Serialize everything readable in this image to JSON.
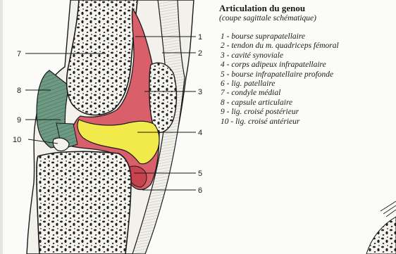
{
  "title": "Articulation du genou",
  "subtitle": "(coupe sagittale schématique)",
  "legend": [
    "1 - bourse suprapatellaire",
    "2 - tendon du m. quadriceps fémoral",
    "3 - cavité synoviale",
    "4 - corps adipeux infrapatellaire",
    "5 - bourse infrapatellaire profonde",
    "6 - lig. patellaire",
    "7 - condyle médial",
    "8 - capsule articulaire",
    "9 - lig. croisé postérieur",
    "10 - lig. croisé antérieur"
  ],
  "callouts": {
    "n1": "1",
    "n2": "2",
    "n3": "3",
    "n4": "4",
    "n5": "5",
    "n6": "6",
    "n7": "7",
    "n8": "8",
    "n9": "9",
    "n10": "10"
  },
  "colors": {
    "synovial": "#d9606a",
    "fat_pad": "#f1ea4a",
    "capsule": "#6e9a84",
    "bone": "#f4f2ec",
    "outline": "#1a1a1a"
  }
}
